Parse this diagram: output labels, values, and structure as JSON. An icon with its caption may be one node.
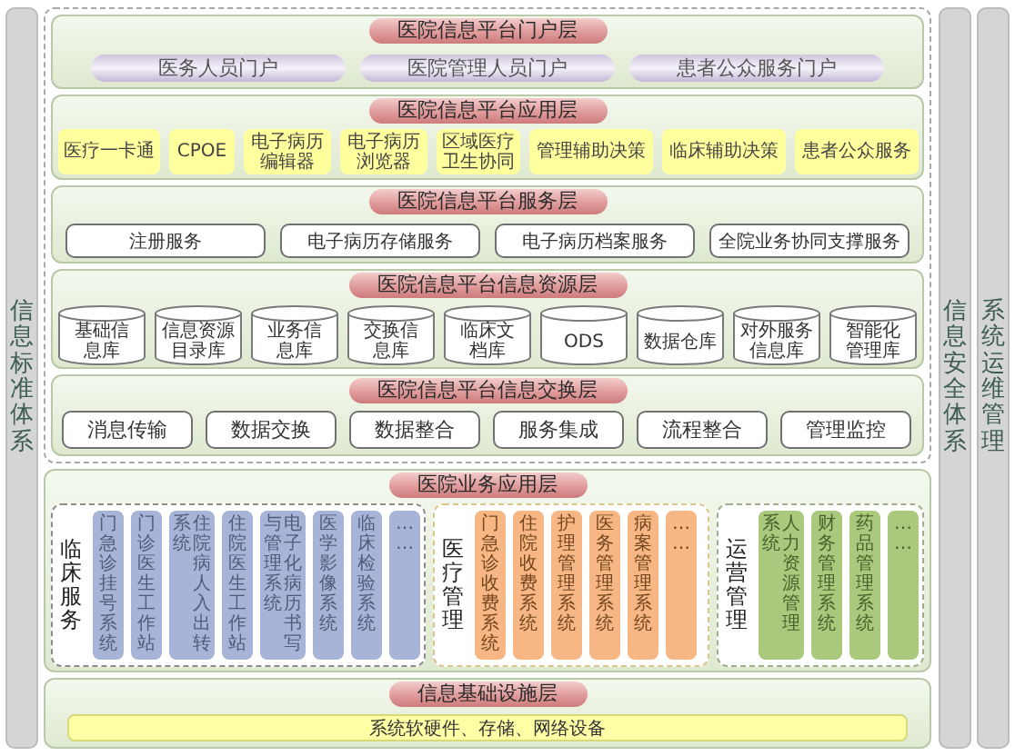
{
  "diagram": {
    "nodes": [
      {
        "text": [
          "信息标准体系"
        ]
      },
      {
        "text": [],
        "shape": "box"
      },
      {
        "text": [],
        "shape": "box",
        "in": 1
      },
      {
        "text": [
          "医院信息平台门户层"
        ],
        "in": 2
      },
      {
        "text": [
          "医务人员门户"
        ],
        "in": 2
      },
      {
        "text": [
          "医院管理人员门户"
        ],
        "in": 2
      },
      {
        "text": [
          "患者公众服务门户"
        ],
        "in": 2
      },
      {
        "text": [],
        "shape": "box",
        "in": 1
      },
      {
        "text": [
          "医院信息平台应用层"
        ],
        "in": 7
      },
      {
        "text": [
          "医疗一卡通"
        ],
        "in": 7
      },
      {
        "text": [
          "CPOE"
        ],
        "in": 7
      },
      {
        "text": [
          "电子病历编辑器"
        ],
        "in": 7
      },
      {
        "text": [
          "电子病历浏览器"
        ],
        "in": 7
      },
      {
        "text": [
          "区域医疗卫生协同"
        ],
        "in": 7
      },
      {
        "text": [
          "管理辅助决策"
        ],
        "in": 7
      },
      {
        "text": [
          "临床辅助决策"
        ],
        "in": 7
      },
      {
        "text": [
          "患者公众服务"
        ],
        "in": 7
      },
      {
        "text": [],
        "shape": "box",
        "in": 1
      },
      {
        "text": [
          "医院信息平台服务层"
        ],
        "in": 17
      },
      {
        "text": [
          "注册服务"
        ],
        "in": 17
      },
      {
        "text": [
          "电子病历存储服务"
        ],
        "in": 17
      },
      {
        "text": [
          "电子病历档案服务"
        ],
        "in": 17
      },
      {
        "text": [
          "全院业务协同支撑服务"
        ],
        "in": 17
      },
      {
        "text": [],
        "shape": "box",
        "in": 1
      },
      {
        "text": [
          "医院信息平台信息资源层"
        ],
        "in": 23
      },
      {
        "text": [
          "基础信息库"
        ],
        "in": 23
      },
      {
        "text": [
          "信息资源目录库"
        ],
        "in": 23
      },
      {
        "text": [
          "业务信息库"
        ],
        "in": 23
      },
      {
        "text": [
          "交换信息库"
        ],
        "in": 23
      },
      {
        "text": [
          "临床文档库"
        ],
        "in": 23
      },
      {
        "text": [
          "ODS"
        ],
        "in": 23
      },
      {
        "text": [
          "数据仓库"
        ],
        "in": 23
      },
      {
        "text": [
          "对外服务信息库"
        ],
        "in": 23
      },
      {
        "text": [
          "智能化管理库"
        ],
        "in": 23
      },
      {
        "text": [],
        "shape": "box",
        "in": 1
      },
      {
        "text": [
          "医院信息平台信息交换层"
        ],
        "in": 34
      },
      {
        "text": [
          "消息传输"
        ],
        "in": 34
      },
      {
        "text": [
          "数据交换"
        ],
        "in": 34
      },
      {
        "text": [
          "数据整合"
        ],
        "in": 34
      },
      {
        "text": [
          "服务集成"
        ],
        "in": 34
      },
      {
        "text": [
          "流程整合"
        ],
        "in": 34
      },
      {
        "text": [
          "管理监控"
        ],
        "in": 34
      },
      {
        "text": [],
        "shape": "box"
      },
      {
        "text": [
          "医院业务应用层"
        ],
        "in": 42
      },
      {
        "text": [
          "临床服务"
        ],
        "in": 42
      },
      {
        "text": [
          "门急诊挂号系统"
        ],
        "in": 44
      },
      {
        "text": [
          "门诊医生工作站"
        ],
        "in": 44
      },
      {
        "text": [
          "住院病人入出转系统"
        ],
        "in": 44
      },
      {
        "text": [
          "住院医生工作站"
        ],
        "in": 44
      },
      {
        "text": [
          "电子化病历书写与管理系统"
        ],
        "in": 44
      },
      {
        "text": [
          "医学影像系统"
        ],
        "in": 44
      },
      {
        "text": [
          "临床检验系统"
        ],
        "in": 44
      },
      {
        "text": [
          "……"
        ],
        "in": 44
      },
      {
        "text": [
          "医疗管理"
        ],
        "in": 42
      },
      {
        "text": [
          "门急诊收费系统"
        ],
        "in": 53
      },
      {
        "text": [
          "住院收费系统"
        ],
        "in": 53
      },
      {
        "text": [
          "护理管理系统"
        ],
        "in": 53
      },
      {
        "text": [
          "医务管理系统"
        ],
        "in": 53
      },
      {
        "text": [
          "病案管理系统"
        ],
        "in": 53
      },
      {
        "text": [
          "……"
        ],
        "in": 53
      },
      {
        "text": [
          "运营管理"
        ],
        "in": 42
      },
      {
        "text": [
          "人力资源管理系统"
        ],
        "in": 60
      },
      {
        "text": [
          "财务管理系统"
        ],
        "in": 60
      },
      {
        "text": [
          "药品管理系统"
        ],
        "in": 60
      },
      {
        "text": [
          "……"
        ],
        "in": 60
      },
      {
        "text": [],
        "shape": "box"
      },
      {
        "text": [
          "信息基础设施层"
        ],
        "in": 65
      },
      {
        "text": [
          "系统软硬件、存储、网络设备"
        ],
        "in": 65
      },
      {
        "text": [
          "信息安全体系"
        ]
      },
      {
        "text": [
          "系统运维管理"
        ]
      }
    ]
  }
}
